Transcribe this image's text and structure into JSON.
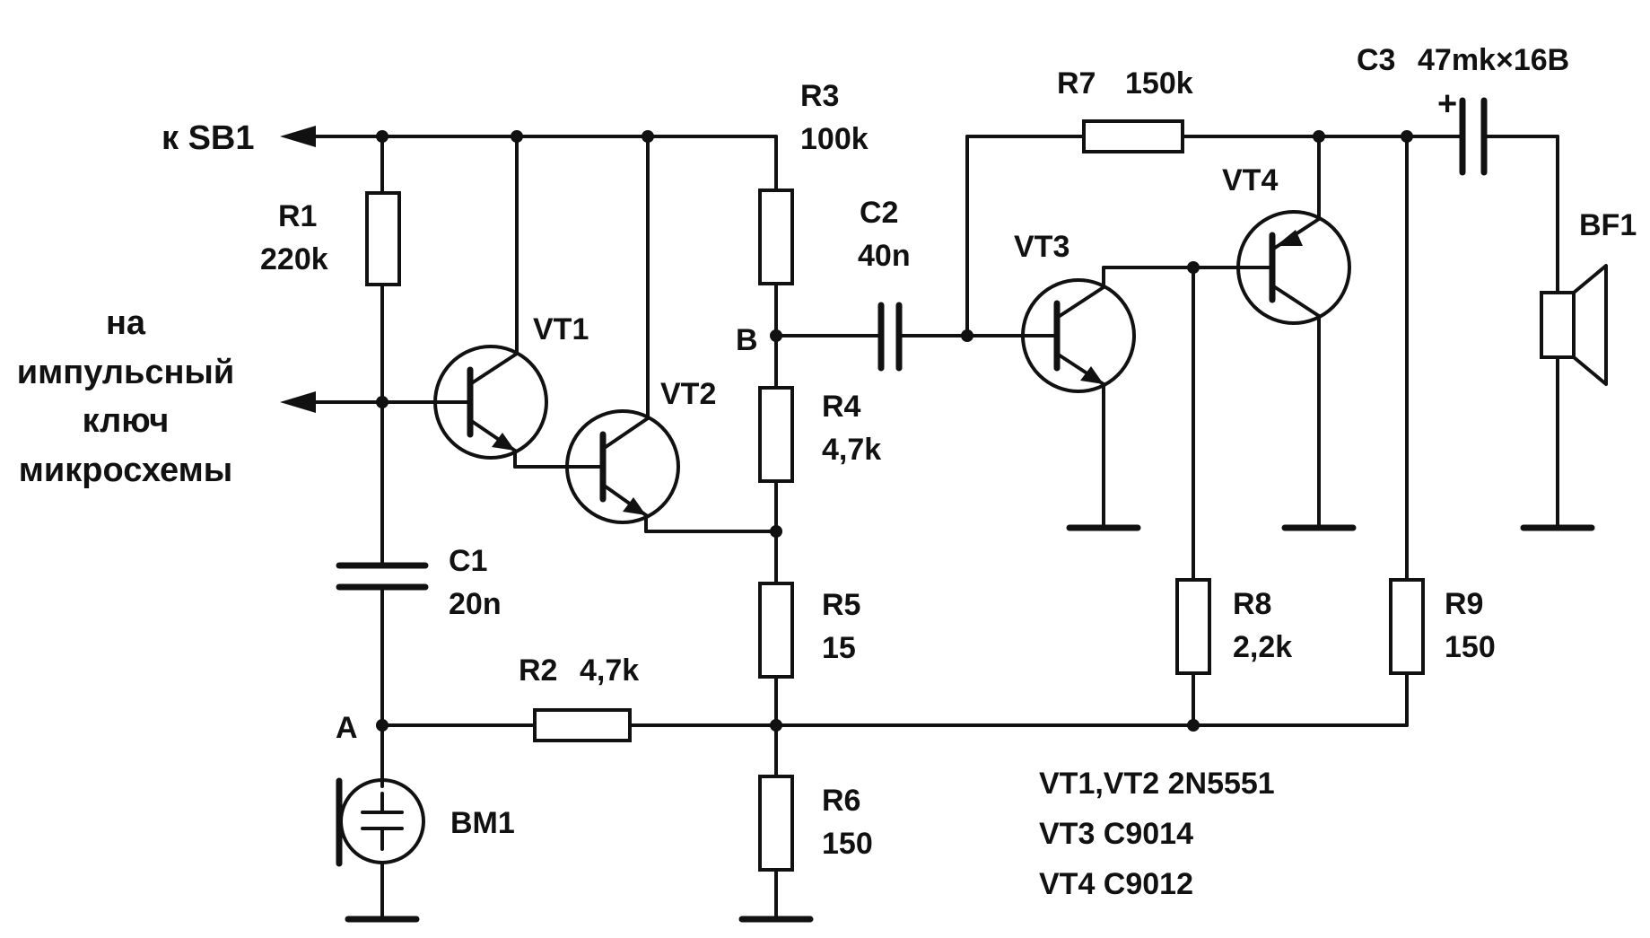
{
  "colors": {
    "ink": "#111111",
    "paper": "#ffffff"
  },
  "labels": {
    "sb1": "к SB1",
    "output_lines": [
      "на",
      "импульсный",
      "ключ",
      "микросхемы"
    ],
    "node_a": "A",
    "node_b": "B"
  },
  "components": {
    "R1": {
      "ref": "R1",
      "value": "220k"
    },
    "R2": {
      "ref": "R2",
      "value": "4,7k"
    },
    "R3": {
      "ref": "R3",
      "value": "100k"
    },
    "R4": {
      "ref": "R4",
      "value": "4,7k"
    },
    "R5": {
      "ref": "R5",
      "value": "15"
    },
    "R6": {
      "ref": "R6",
      "value": "150"
    },
    "R7": {
      "ref": "R7",
      "value": "150k"
    },
    "R8": {
      "ref": "R8",
      "value": "2,2k"
    },
    "R9": {
      "ref": "R9",
      "value": "150"
    },
    "C1": {
      "ref": "C1",
      "value": "20n"
    },
    "C2": {
      "ref": "C2",
      "value": "40n"
    },
    "C3": {
      "ref": "C3",
      "value": "47mk×16B",
      "polarity": "+"
    },
    "VT1": {
      "ref": "VT1"
    },
    "VT2": {
      "ref": "VT2"
    },
    "VT3": {
      "ref": "VT3"
    },
    "VT4": {
      "ref": "VT4"
    },
    "BM1": {
      "ref": "BM1"
    },
    "BF1": {
      "ref": "BF1"
    }
  },
  "notes": [
    "VT1,VT2 2N5551",
    "VT3 C9014",
    "VT4 C9012"
  ]
}
